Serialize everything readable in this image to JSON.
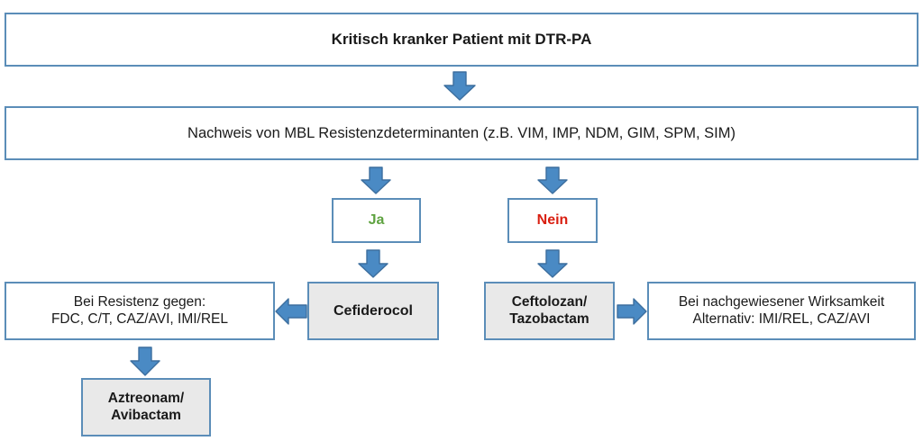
{
  "diagram": {
    "title": "Kritisch kranker Patient mit DTR-PA",
    "type": "flowchart",
    "language": "de",
    "colors": {
      "box_border": "#5B8DB8",
      "box_fill_white": "#FFFFFF",
      "box_fill_gray": "#E9E9E9",
      "arrow_fill": "#4A8AC4",
      "arrow_border": "#3C6E9E",
      "text": "#1A1A1A",
      "yes_green": "#5FA341",
      "no_red": "#D91F11"
    }
  },
  "nodes": {
    "title": {
      "label": "Kritisch kranker Patient mit DTR-PA",
      "fill": "white",
      "bold": true
    },
    "mbl_test": {
      "label": "Nachweis von MBL Resistenzdeterminanten (z.B. VIM, IMP, NDM, GIM, SPM, SIM)",
      "fill": "white",
      "bold": false
    },
    "yes": {
      "label": "Ja",
      "fill": "white",
      "bold": true,
      "color": "#5FA341"
    },
    "no": {
      "label": "Nein",
      "fill": "white",
      "bold": true,
      "color": "#D91F11"
    },
    "resistenz": {
      "label": "Bei Resistenz gegen:\nFDC, C/T, CAZ/AVI, IMI/REL",
      "fill": "white",
      "bold": false
    },
    "cefiderocol": {
      "label": "Cefiderocol",
      "fill": "gray",
      "bold": true
    },
    "ceftolozan": {
      "label": "Ceftolozan/\nTazobactam",
      "fill": "gray",
      "bold": true
    },
    "wirksamkeit": {
      "label": "Bei nachgewiesener Wirksamkeit\nAlternativ: IMI/REL, CAZ/AVI",
      "fill": "white",
      "bold": false
    },
    "aztreonam": {
      "label": "Aztreonam/\nAvibactam",
      "fill": "gray",
      "bold": true
    }
  },
  "arrows": [
    {
      "id": "title-to-mbl",
      "direction": "down",
      "from": "title",
      "to": "mbl_test"
    },
    {
      "id": "mbl-to-ja",
      "direction": "down",
      "from": "mbl_test",
      "to": "yes"
    },
    {
      "id": "mbl-to-nein",
      "direction": "down",
      "from": "mbl_test",
      "to": "no"
    },
    {
      "id": "ja-to-cef",
      "direction": "down",
      "from": "yes",
      "to": "cefiderocol"
    },
    {
      "id": "nein-to-cft",
      "direction": "down",
      "from": "no",
      "to": "ceftolozan"
    },
    {
      "id": "cef-to-res",
      "direction": "left",
      "from": "cefiderocol",
      "to": "resistenz"
    },
    {
      "id": "cft-to-wirk",
      "direction": "right",
      "from": "ceftolozan",
      "to": "wirksamkeit"
    },
    {
      "id": "res-to-azt",
      "direction": "down",
      "from": "resistenz",
      "to": "aztreonam"
    }
  ]
}
